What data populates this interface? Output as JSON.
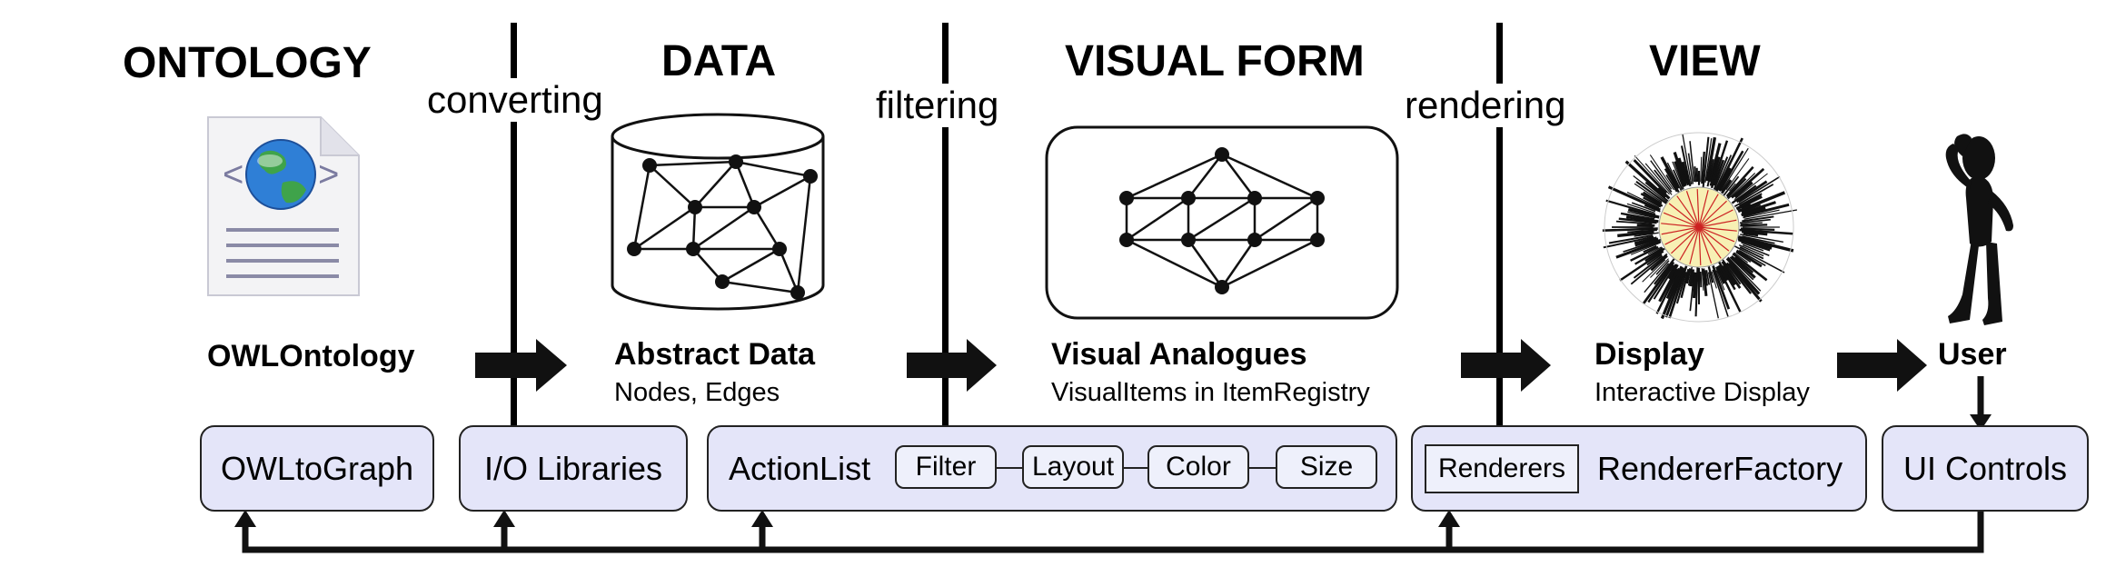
{
  "stages": {
    "ontology": "ONTOLOGY",
    "data": "DATA",
    "visual_form": "VISUAL FORM",
    "view": "VIEW"
  },
  "transforms": {
    "converting": "converting",
    "filtering": "filtering",
    "rendering": "rendering"
  },
  "components": {
    "owlontology": {
      "title": "OWLOntology"
    },
    "abstract_data": {
      "title": "Abstract Data",
      "subtitle": "Nodes, Edges"
    },
    "visual_analogues": {
      "title": "Visual Analogues",
      "subtitle": "VisualItems in ItemRegistry"
    },
    "display": {
      "title": "Display",
      "subtitle": "Interactive Display"
    },
    "user": {
      "title": "User"
    }
  },
  "modules": {
    "owltograph": "OWLtoGraph",
    "io_libraries": "I/O Libraries",
    "actionlist": {
      "label": "ActionList",
      "steps": [
        "Filter",
        "Layout",
        "Color",
        "Size"
      ]
    },
    "renderers": "Renderers",
    "rendererfactory": "RendererFactory",
    "ui_controls": "UI Controls"
  },
  "colors": {
    "module_fill": "#e4e5f9",
    "radial_center": "#f7f0b4",
    "globe_blue": "#2f7fd6",
    "globe_green": "#3fa34a"
  }
}
